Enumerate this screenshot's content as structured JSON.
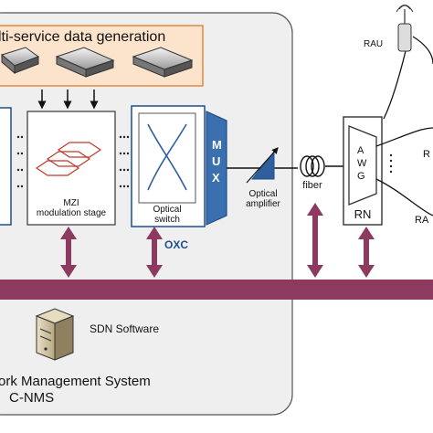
{
  "diagram": {
    "service_banner": "lti-service data generation",
    "mzi_label_line1": "MZI",
    "mzi_label_line2": "modulation stage",
    "optical_switch_line1": "Optical",
    "optical_switch_line2": "switch",
    "mux_label": "MUX",
    "oxc_label": "OXC",
    "amplifier_line1": "Optical",
    "amplifier_line2": "amplifier",
    "fiber_label": "fiber",
    "awg_label": "AWG",
    "rn_label": "RN",
    "rau_top_label": "RAU",
    "rau_bottom_label": "RA",
    "right_cut_label": "R",
    "sdn_label": "SDN Software",
    "nms_line1": "ork Management System",
    "nms_line2": "C-NMS"
  },
  "colors": {
    "panel_fill": "#efefef",
    "banner_fill": "#fbe3cc",
    "banner_border": "#e08a3c",
    "module_border": "#1f4e8c",
    "bus_fill": "#8c3a60",
    "arrow_color": "#8c3a60",
    "oxc_text": "#1f4e8c",
    "mux_fill": "#3a6fb0"
  }
}
